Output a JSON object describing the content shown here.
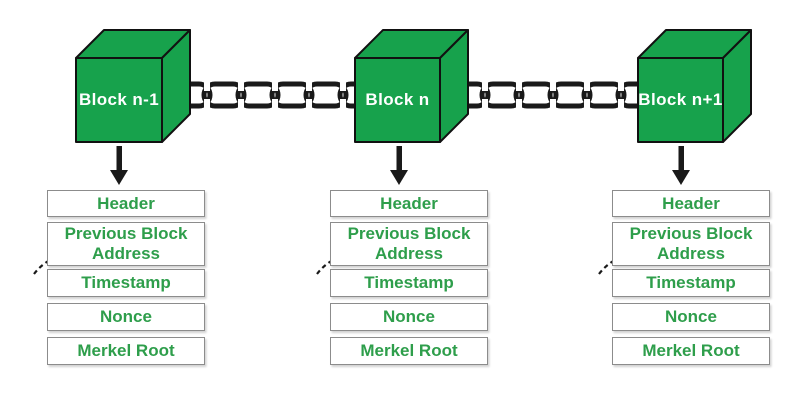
{
  "blocks": [
    {
      "label": "Block n-1"
    },
    {
      "label": "Block n"
    },
    {
      "label": "Block n+1"
    }
  ],
  "fields": [
    "Header",
    "Previous Block Address",
    "Timestamp",
    "Nonce",
    "Merkel Root"
  ],
  "icons": {
    "chain": "chain-link-icon",
    "down_arrow": "down-arrow-icon",
    "dashed_pointer": "dashed-arrow-icon"
  },
  "colors": {
    "cube_green": "#17a24c",
    "cube_outline": "#111111",
    "label_green": "#2e9e4b",
    "box_border": "#8c8c8c",
    "chain_black": "#1a1a1a",
    "background": "#ffffff",
    "cube_label_text": "#ffffff"
  }
}
